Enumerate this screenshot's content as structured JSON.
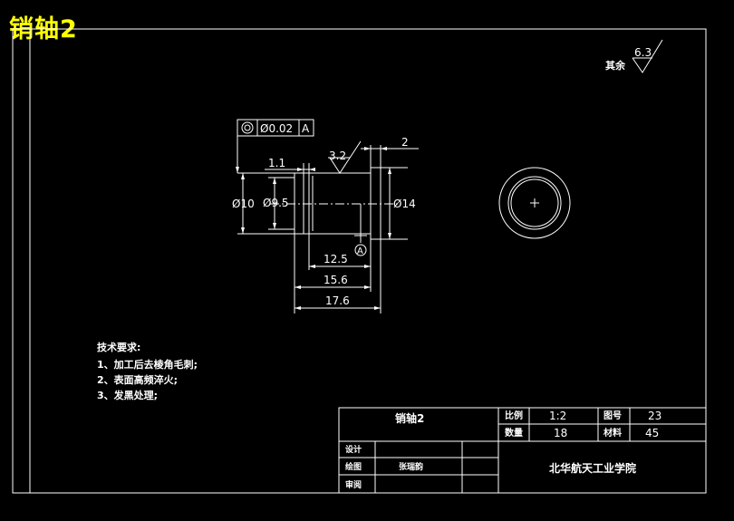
{
  "drawing_title": "销轴2",
  "roughness_default": {
    "label": "其余",
    "value": "6.3"
  },
  "roughness_surface": "3.2",
  "tolerance_frame": {
    "symbol": "◎",
    "value": "Ø0.02",
    "datum": "A"
  },
  "datum_label": "A",
  "dimensions": {
    "chamfer_width": "1.1",
    "right_step": "2",
    "dia_outer": "Ø10",
    "dia_inner": "Ø9.5",
    "dia_flange": "Ø14",
    "len_1": "12.5",
    "len_2": "15.6",
    "len_3": "17.6"
  },
  "tech_notes": {
    "title": "技术要求:",
    "items": [
      "1、加工后去棱角毛刺;",
      "2、表面高频淬火;",
      "3、发黑处理;"
    ]
  },
  "title_block": {
    "part_name": "销轴2",
    "scale_label": "比例",
    "scale_value": "1:2",
    "drawing_no_label": "图号",
    "drawing_no_value": "23",
    "quantity_label": "数量",
    "quantity_value": "18",
    "material_label": "材料",
    "material_value": "45",
    "design_label": "设计",
    "drafter_label": "绘图",
    "drafter_name": "张瑞韵",
    "review_label": "审阅",
    "institution": "北华航天工业学院"
  },
  "colors": {
    "background": "#000000",
    "lines": "#ffffff",
    "title": "#ffff00"
  }
}
